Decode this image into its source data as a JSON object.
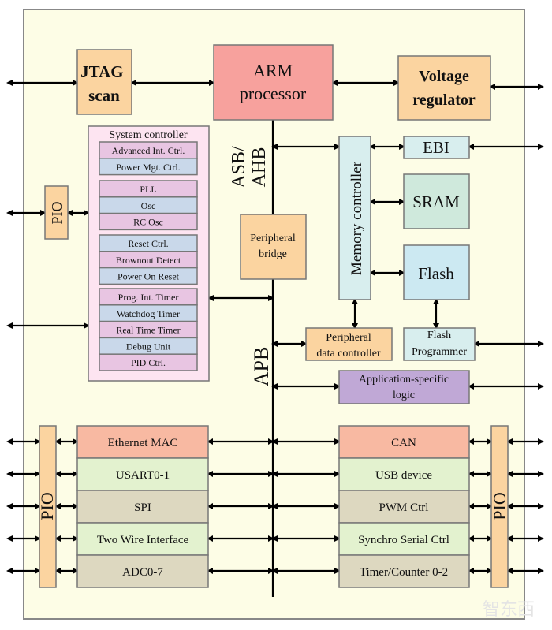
{
  "blocks": {
    "jtag": "JTAG scan",
    "arm": "ARM processor",
    "voltage": "Voltage regulator",
    "system_controller": "System controller",
    "pio_small": "PIO",
    "peripheral_bridge": "Peripheral bridge",
    "memory_controller": "Memory controller",
    "ebi": "EBI",
    "sram": "SRAM",
    "flash": "Flash",
    "pdc": "Peripheral data controller",
    "flash_programmer": "Flash Programmer",
    "app_logic": "Application-specific logic",
    "pio_left": "PIO",
    "pio_right": "PIO"
  },
  "bus_labels": {
    "asb": "ASB/ AHB",
    "apb": "APB"
  },
  "system_controller_items": [
    "Advanced Int. Ctrl.",
    "Power Mgt. Ctrl.",
    "PLL",
    "Osc",
    "RC Osc",
    "Reset Ctrl.",
    "Brownout Detect",
    "Power On Reset",
    "Prog. Int. Timer",
    "Watchdog Timer",
    "Real Time Timer",
    "Debug Unit",
    "PID Ctrl."
  ],
  "left_peripherals": [
    "Ethernet MAC",
    "USART0-1",
    "SPI",
    "Two Wire Interface",
    "ADC0-7"
  ],
  "right_peripherals": [
    "CAN",
    "USB device",
    "PWM Ctrl",
    "Synchro Serial Ctrl",
    "Timer/Counter 0-2"
  ],
  "watermark": "智东西",
  "colors": {
    "background": "#fdfde6",
    "orange": "#fbd4a0",
    "arm": "#f7a19d",
    "system_controller": "#fde4f1",
    "sc_pink": "#e8c5e2",
    "sc_blue": "#c9d8ea",
    "memory_controller": "#d8eeee",
    "ebi": "#d8eeee",
    "sram": "#cfe9dc",
    "flash": "#cce9f2",
    "app_logic": "#c0a8d6",
    "salmon": "#f8b9a2",
    "light_green": "#e3f2cf",
    "tan": "#ddd8c0"
  }
}
